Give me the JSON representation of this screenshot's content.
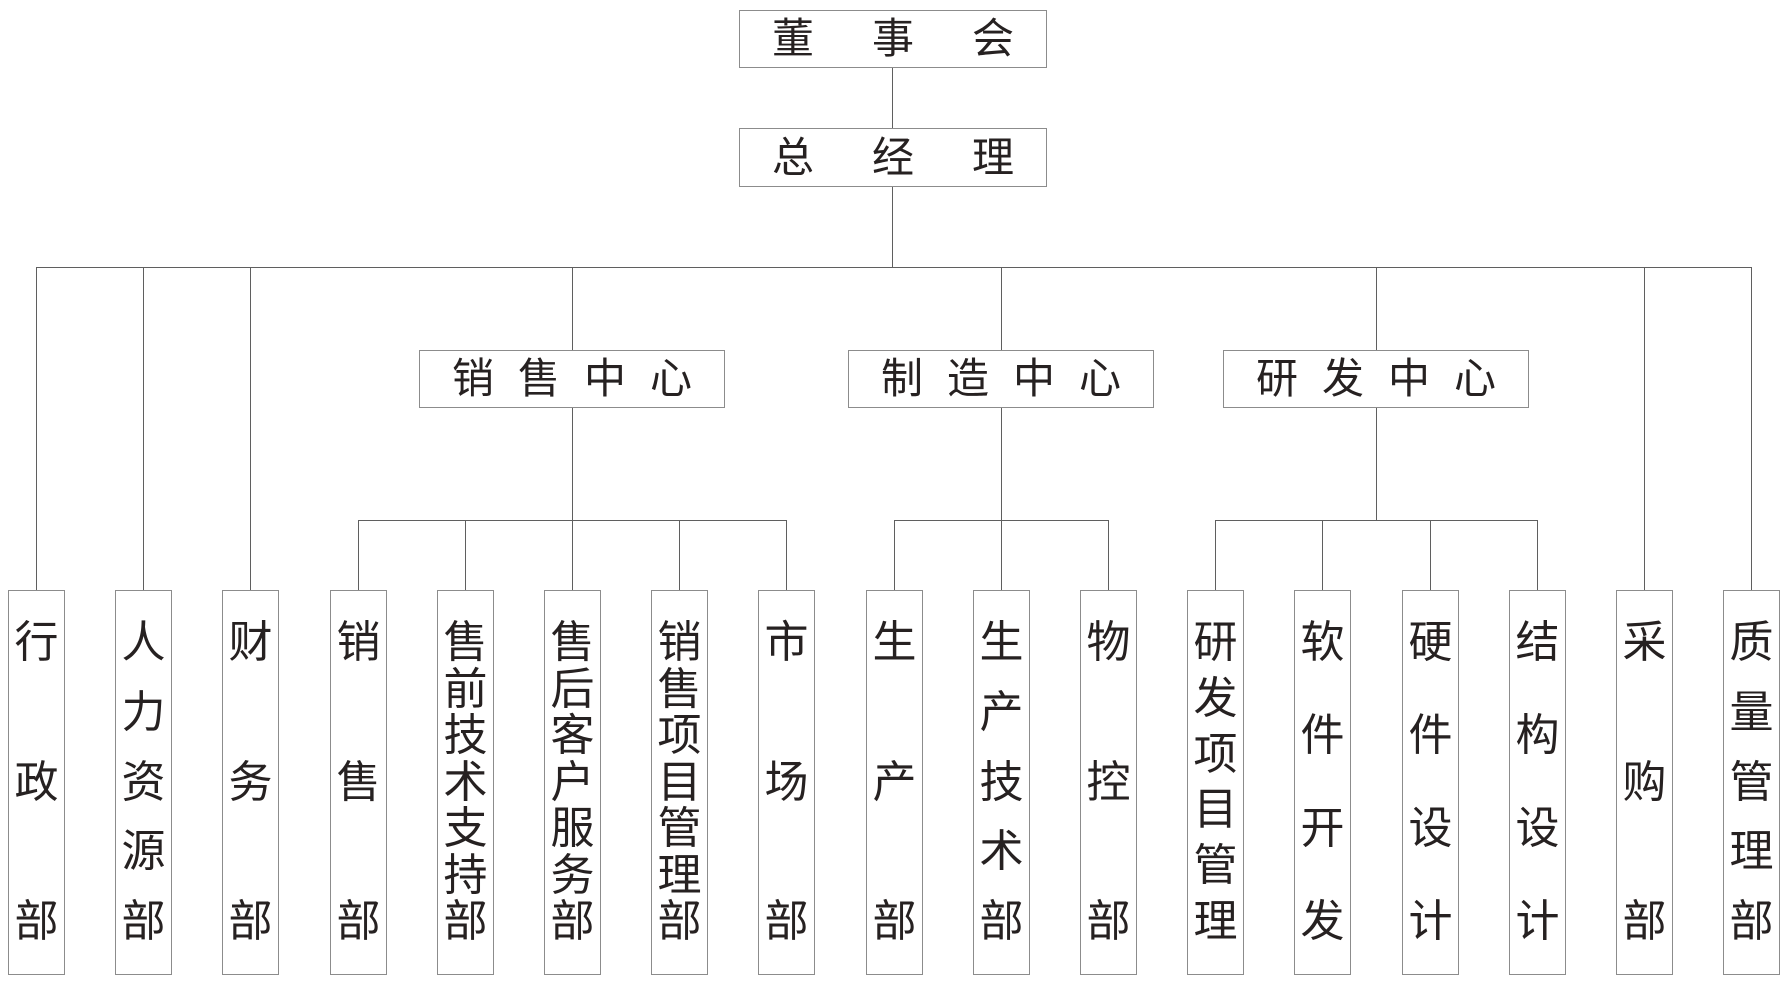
{
  "org": {
    "board": "董事会",
    "general_manager": "总经理",
    "direct_departments_left": [
      "行政部",
      "人力资源部",
      "财务部"
    ],
    "centers": [
      {
        "label": "销售中心",
        "children": [
          "销售部",
          "售前技术支持部",
          "售后客户服务部",
          "销售项目管理部",
          "市场部"
        ]
      },
      {
        "label": "制造中心",
        "children": [
          "生产部",
          "生产技术部",
          "物控部"
        ]
      },
      {
        "label": "研发中心",
        "children": [
          "研发项目管理",
          "软件开发",
          "硬件设计",
          "结构设计"
        ]
      }
    ],
    "direct_departments_right": [
      "采购部",
      "质量管理部"
    ]
  },
  "colors": {
    "background": "#ffffff",
    "connector_line": "#5f5f5f",
    "box_border": "#8c8c8c",
    "text": "#262121"
  }
}
